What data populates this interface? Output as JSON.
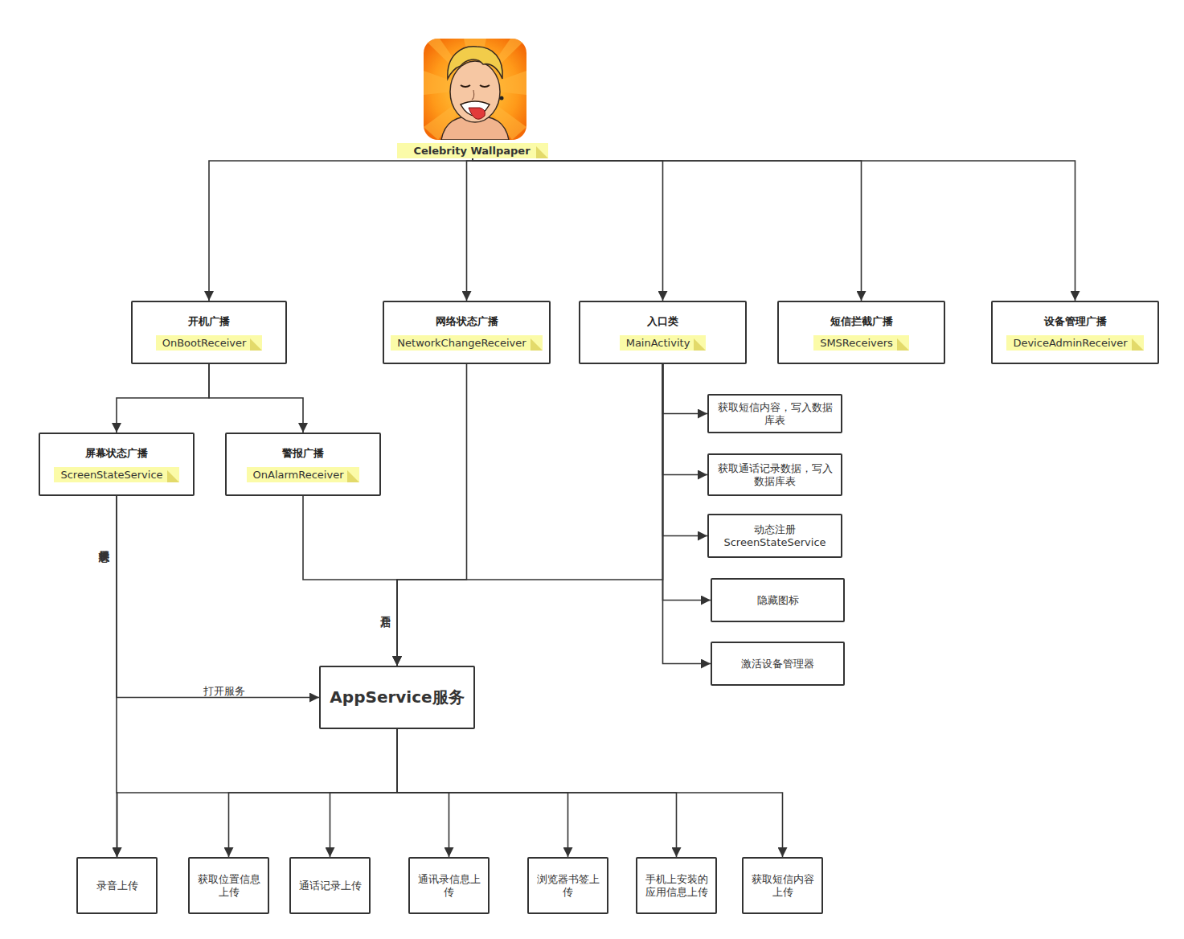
{
  "diagram": {
    "nodes": [
      {
        "text": [
          "Celebrity Wallpaper"
        ]
      },
      {
        "text": [
          "开机广播",
          "OnBootReceiver"
        ]
      },
      {
        "text": [
          "网络状态广播",
          "NetworkChangeReceiver"
        ]
      },
      {
        "text": [
          "入口类",
          "MainActivity"
        ]
      },
      {
        "text": [
          "短信拦截广播",
          "SMSReceivers"
        ]
      },
      {
        "text": [
          "设备管理广播",
          "DeviceAdminReceiver"
        ]
      },
      {
        "text": [
          "屏幕状态广播",
          "ScreenStateService"
        ]
      },
      {
        "text": [
          "警报广播",
          "OnAlarmReceiver"
        ]
      },
      {
        "text": [
          "获取短信内容，写入数据 库表"
        ]
      },
      {
        "text": [
          "获取通话记录数据，写入 数据库表"
        ]
      },
      {
        "text": [
          "动态注册 ScreenStateService"
        ]
      },
      {
        "text": [
          "隐藏图标"
        ]
      },
      {
        "text": [
          "激活设备管理器"
        ]
      },
      {
        "text": [
          "AppService服务"
        ]
      },
      {
        "text": [
          "录音上传"
        ]
      },
      {
        "text": [
          "获取位置信息 上传"
        ]
      },
      {
        "text": [
          "通话记录上传"
        ]
      },
      {
        "text": [
          "通讯录信息上 传"
        ]
      },
      {
        "text": [
          "浏览器书签上 传"
        ]
      },
      {
        "text": [
          "手机上安装的 应用信息上传"
        ]
      },
      {
        "text": [
          "获取短信内容 上传"
        ]
      }
    ],
    "edges": [
      {
        "from": 0,
        "to": 1,
        "arrow": "to"
      },
      {
        "from": 0,
        "to": 2,
        "arrow": "to"
      },
      {
        "from": 0,
        "to": 3,
        "arrow": "to"
      },
      {
        "from": 0,
        "to": 4,
        "arrow": "to"
      },
      {
        "from": 0,
        "to": 5,
        "arrow": "to"
      },
      {
        "from": 1,
        "to": 6,
        "arrow": "to"
      },
      {
        "from": 1,
        "to": 7,
        "arrow": "to"
      },
      {
        "from": 3,
        "to": 8,
        "arrow": "to"
      },
      {
        "from": 3,
        "to": 9,
        "arrow": "to"
      },
      {
        "from": 3,
        "to": 10,
        "arrow": "to"
      },
      {
        "from": 3,
        "to": 11,
        "arrow": "to"
      },
      {
        "from": 3,
        "to": 12,
        "arrow": "to"
      },
      {
        "from": 2,
        "to": 13,
        "label": "开启",
        "arrow": "to"
      },
      {
        "from": 7,
        "to": 13,
        "arrow": "to"
      },
      {
        "from": 3,
        "to": 13,
        "arrow": "to"
      },
      {
        "from": 6,
        "to": 13,
        "label": "打开服务",
        "arrow": "to"
      },
      {
        "from": 6,
        "to": 14,
        "label": "锁屏状态",
        "arrow": "to"
      },
      {
        "from": 13,
        "to": 14,
        "arrow": "to"
      },
      {
        "from": 13,
        "to": 15,
        "arrow": "to"
      },
      {
        "from": 13,
        "to": 16,
        "arrow": "to"
      },
      {
        "from": 13,
        "to": 17,
        "arrow": "to"
      },
      {
        "from": 13,
        "to": 18,
        "arrow": "to"
      },
      {
        "from": 13,
        "to": 19,
        "arrow": "to"
      },
      {
        "from": 13,
        "to": 20,
        "arrow": "to"
      }
    ]
  }
}
